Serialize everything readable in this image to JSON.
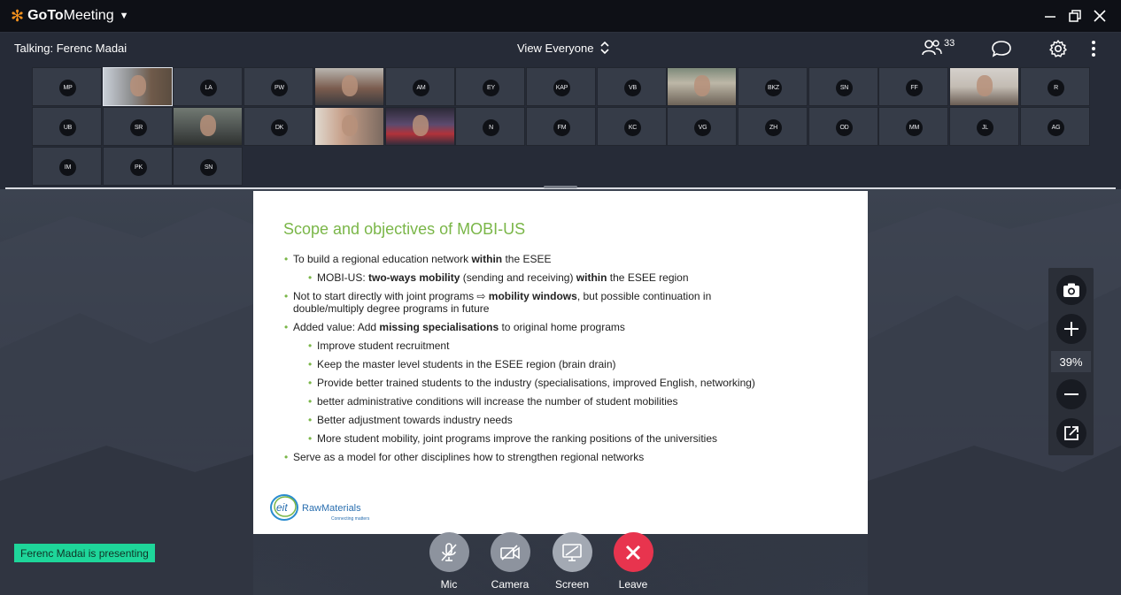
{
  "app": {
    "brand_strong": "GoTo",
    "brand_light": "Meeting",
    "colors": {
      "accent": "#f7931e",
      "presenting_bg": "#1ed69a",
      "leave": "#e8344e",
      "slide_title": "#7ab648"
    }
  },
  "statusbar": {
    "talking": "Talking: Ferenc Madai",
    "view_label": "View Everyone",
    "attendee_count": "33"
  },
  "participants": [
    {
      "initials": "MP"
    },
    {
      "initials": "",
      "video": true
    },
    {
      "initials": "LA"
    },
    {
      "initials": "PW"
    },
    {
      "initials": "",
      "video": true
    },
    {
      "initials": "AM"
    },
    {
      "initials": "EY"
    },
    {
      "initials": "KAP"
    },
    {
      "initials": "VB"
    },
    {
      "initials": "",
      "video": true
    },
    {
      "initials": "BKZ"
    },
    {
      "initials": "SN"
    },
    {
      "initials": "FF"
    },
    {
      "initials": "",
      "video": true
    },
    {
      "initials": "R"
    },
    {
      "initials": "UB"
    },
    {
      "initials": "SR"
    },
    {
      "initials": "",
      "video": true
    },
    {
      "initials": "DK"
    },
    {
      "initials": "",
      "video": true
    },
    {
      "initials": "",
      "video": true
    },
    {
      "initials": "N"
    },
    {
      "initials": "FM"
    },
    {
      "initials": "KC"
    },
    {
      "initials": "VG"
    },
    {
      "initials": "ZH"
    },
    {
      "initials": "OD"
    },
    {
      "initials": "MM"
    },
    {
      "initials": "JL"
    },
    {
      "initials": "AG"
    },
    {
      "initials": "IM"
    },
    {
      "initials": "PK"
    },
    {
      "initials": "SN"
    }
  ],
  "slide": {
    "title": "Scope and objectives of MOBI-US",
    "b1_pre": "To build a regional education network ",
    "b1_bold": "within",
    "b1_post": " the ESEE",
    "b1a_pre": "MOBI-US: ",
    "b1a_bold1": "two-ways mobility",
    "b1a_mid": " (sending and receiving) ",
    "b1a_bold2": "within",
    "b1a_post": " the ESEE region",
    "b2_pre": "Not to start directly with joint programs  ⇨ ",
    "b2_bold": "mobility windows",
    "b2_post": ", but possible continuation in",
    "b2_line2": "double/multiply degree programs in future",
    "b3_pre": "Added value: Add ",
    "b3_bold": "missing specialisations",
    "b3_post": " to original home programs",
    "sub": [
      "Improve student recruitment",
      "Keep the master level students in the ESEE region (brain drain)",
      "Provide better trained students to the industry (specialisations, improved English, networking)",
      "better administrative conditions will increase the number of student mobilities",
      "Better adjustment towards industry needs",
      "More student mobility, joint programs improve the ranking positions of the universities"
    ],
    "b4": "Serve as a model for other disciplines how to strengthen regional networks",
    "logo_eit": "eit",
    "logo_name": "RawMaterials",
    "logo_tag": "Connecting matters"
  },
  "zoom": {
    "percent": "39%"
  },
  "presenting_text": "Ferenc Madai is presenting",
  "controls": {
    "mic": "Mic",
    "camera": "Camera",
    "screen": "Screen",
    "leave": "Leave"
  }
}
